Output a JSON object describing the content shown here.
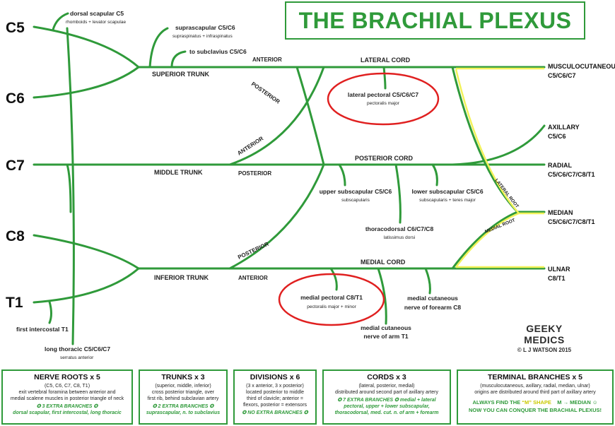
{
  "title": "THE BRACHIAL PLEXUS",
  "roots": [
    "C5",
    "C6",
    "C7",
    "C8",
    "T1"
  ],
  "trunks": {
    "superior": "SUPERIOR TRUNK",
    "middle": "MIDDLE TRUNK",
    "inferior": "INFERIOR TRUNK"
  },
  "divisions": {
    "anterior": "ANTERIOR",
    "posterior": "POSTERIOR"
  },
  "cords": {
    "lateral": "LATERAL CORD",
    "posterior": "POSTERIOR CORD",
    "medial": "MEDIAL CORD"
  },
  "root_labels": {
    "lateral": "LATERAL ROOT",
    "medial": "MEDIAL ROOT"
  },
  "nerves": {
    "dorsal_scapular": {
      "name": "dorsal scapular C5",
      "muscles": "rhomboids + levator scapulae"
    },
    "suprascapular": {
      "name": "suprascapular C5/C6",
      "muscles": "supraspinatus + infraspinatus"
    },
    "subclavius": {
      "name": "to subclavius C5/C6"
    },
    "lateral_pectoral": {
      "name": "lateral pectoral C5/C6/C7",
      "muscles": "pectoralis major"
    },
    "upper_subscapular": {
      "name": "upper subscapular C5/C6",
      "muscles": "subscapularis"
    },
    "lower_subscapular": {
      "name": "lower subscapular C5/C6",
      "muscles": "subscapularis + teres major"
    },
    "thoracodorsal": {
      "name": "thoracodorsal C6/C7/C8",
      "muscles": "latissimus dorsi"
    },
    "medial_pectoral": {
      "name": "medial pectoral C8/T1",
      "muscles": "pectoralis major + minor"
    },
    "medial_cut_arm": {
      "line1": "medial cutaneous",
      "line2": "nerve of arm T1"
    },
    "medial_cut_forearm": {
      "line1": "medial cutaneous",
      "line2": "nerve of forearm C8"
    },
    "first_intercostal": {
      "name": "first intercostal T1"
    },
    "long_thoracic": {
      "name": "long thoracic C5/C6/C7",
      "muscles": "serratus anterior"
    }
  },
  "terminal": {
    "musculocutaneous": {
      "line1": "MUSCULOCUTANEOUS",
      "line2": "C5/C6/C7"
    },
    "axillary": {
      "line1": "AXILLARY",
      "line2": "C5/C6"
    },
    "radial": {
      "line1": "RADIAL",
      "line2": "C5/C6/C7/C8/T1"
    },
    "median": {
      "line1": "MEDIAN",
      "line2": "C5/C6/C7/C8/T1"
    },
    "ulnar": {
      "line1": "ULNAR",
      "line2": "C8/T1"
    }
  },
  "logo": {
    "brand": "GEEKY MEDICS",
    "credit": "© L J WATSON 2015"
  },
  "summary": {
    "nerve_roots": {
      "heading": "NERVE ROOTS x 5",
      "line1": "(C5, C6, C7, C8, T1)",
      "line2": "exit vertebral foramina between anterior and",
      "line3": "medial scalene muscles in posterior triangle of neck",
      "extra": "✪ 3 EXTRA BRANCHES ✪",
      "extra_detail": "dorsal scapular, first intercostal, long thoracic"
    },
    "trunks": {
      "heading": "TRUNKS x 3",
      "line1": "(superior, middle, inferior)",
      "line2": "cross posterior triangle, over",
      "line3": "first rib, behind subclavian artery",
      "extra": "✪ 2 EXTRA BRANCHES ✪",
      "extra_detail": "suprascapular, n. to subclavius"
    },
    "divisions": {
      "heading": "DIVISIONS x 6",
      "line1": "(3 x anterior, 3 x posterior)",
      "line2": "located posterior to middle",
      "line3": "third of clavicle; anterior =",
      "line4": "flexors, posterior = extensors",
      "extra": "✪ NO EXTRA BRANCHES ✪"
    },
    "cords": {
      "heading": "CORDS x 3",
      "line1": "(lateral, posterior, medial)",
      "line2": "distributed around second part of axillary artery",
      "extra": "✪ 7 EXTRA BRANCHES ✪ medial + lateral",
      "extra_detail": "pectoral, upper + lower subscapular,",
      "extra_detail2": "thoracodorsal, med. cut. n. of arm + forearm"
    },
    "terminal": {
      "heading": "TERMINAL BRANCHES x 5",
      "line1": "(musculocutaneous, axillary, radial, median, ulnar)",
      "line2": "origins are distributed around third part of axillary artery",
      "tip1_a": "ALWAYS FIND THE",
      "tip1_b": "“M” SHAPE",
      "tip1_c": "M → MEDIAN ☺",
      "tip2": "NOW YOU CAN CONQUER THE BRACHIAL PLEXUS!"
    }
  },
  "colors": {
    "nerve_green": "#2f9a3a",
    "highlight_yellow": "#f2f25a",
    "circle_red": "#e02020"
  }
}
